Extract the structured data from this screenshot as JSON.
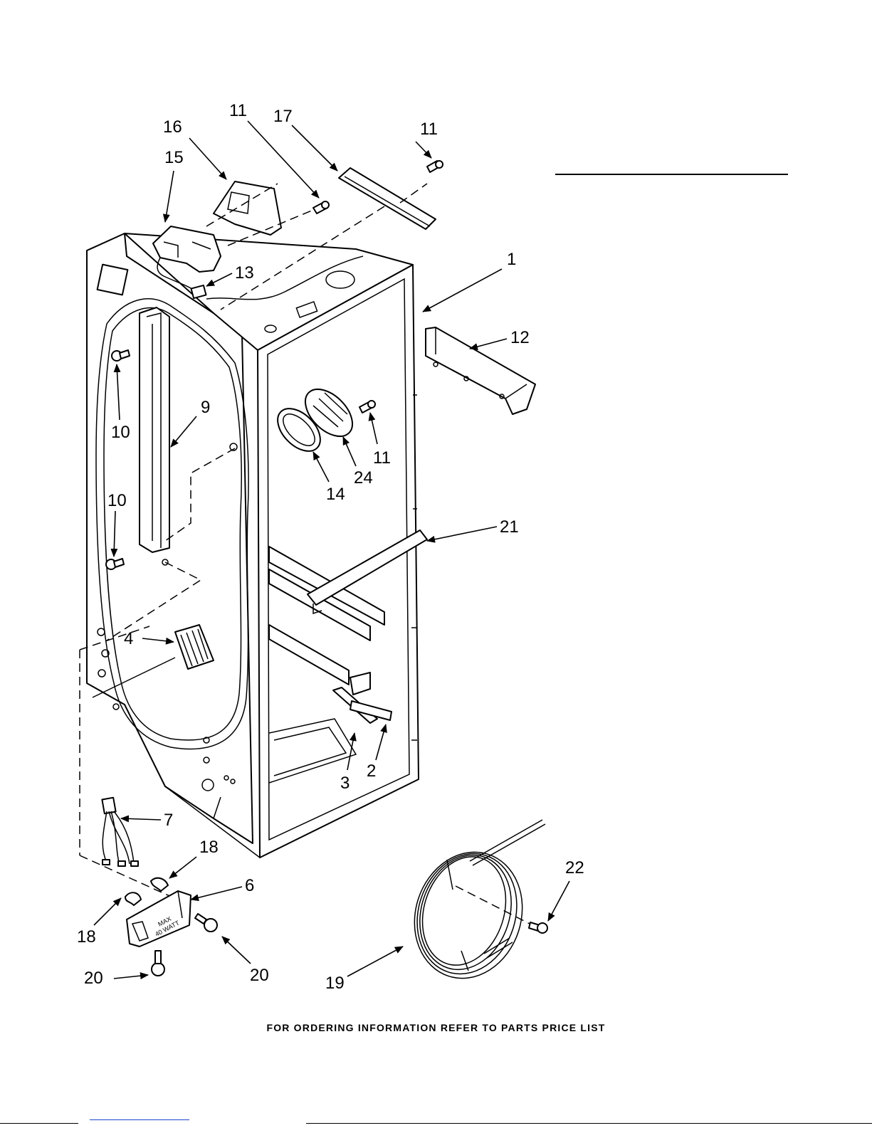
{
  "footer_text": "FOR ORDERING INFORMATION REFER TO PARTS PRICE LIST",
  "lamp_label_line1": "MAX",
  "lamp_label_line2": "40 WATT",
  "callouts": [
    {
      "id": "c11a",
      "label": "11"
    },
    {
      "id": "c17",
      "label": "17"
    },
    {
      "id": "c11b",
      "label": "11"
    },
    {
      "id": "c16",
      "label": "16"
    },
    {
      "id": "c15",
      "label": "15"
    },
    {
      "id": "c13",
      "label": "13"
    },
    {
      "id": "c1",
      "label": "1"
    },
    {
      "id": "c12",
      "label": "12"
    },
    {
      "id": "c9",
      "label": "9"
    },
    {
      "id": "c10a",
      "label": "10"
    },
    {
      "id": "c10b",
      "label": "10"
    },
    {
      "id": "c11c",
      "label": "11"
    },
    {
      "id": "c24",
      "label": "24"
    },
    {
      "id": "c14",
      "label": "14"
    },
    {
      "id": "c21",
      "label": "21"
    },
    {
      "id": "c4",
      "label": "4"
    },
    {
      "id": "c3",
      "label": "3"
    },
    {
      "id": "c2",
      "label": "2"
    },
    {
      "id": "c7",
      "label": "7"
    },
    {
      "id": "c18a",
      "label": "18"
    },
    {
      "id": "c6",
      "label": "6"
    },
    {
      "id": "c18b",
      "label": "18"
    },
    {
      "id": "c20a",
      "label": "20"
    },
    {
      "id": "c20b",
      "label": "20"
    },
    {
      "id": "c19",
      "label": "19"
    },
    {
      "id": "c22",
      "label": "22"
    }
  ]
}
